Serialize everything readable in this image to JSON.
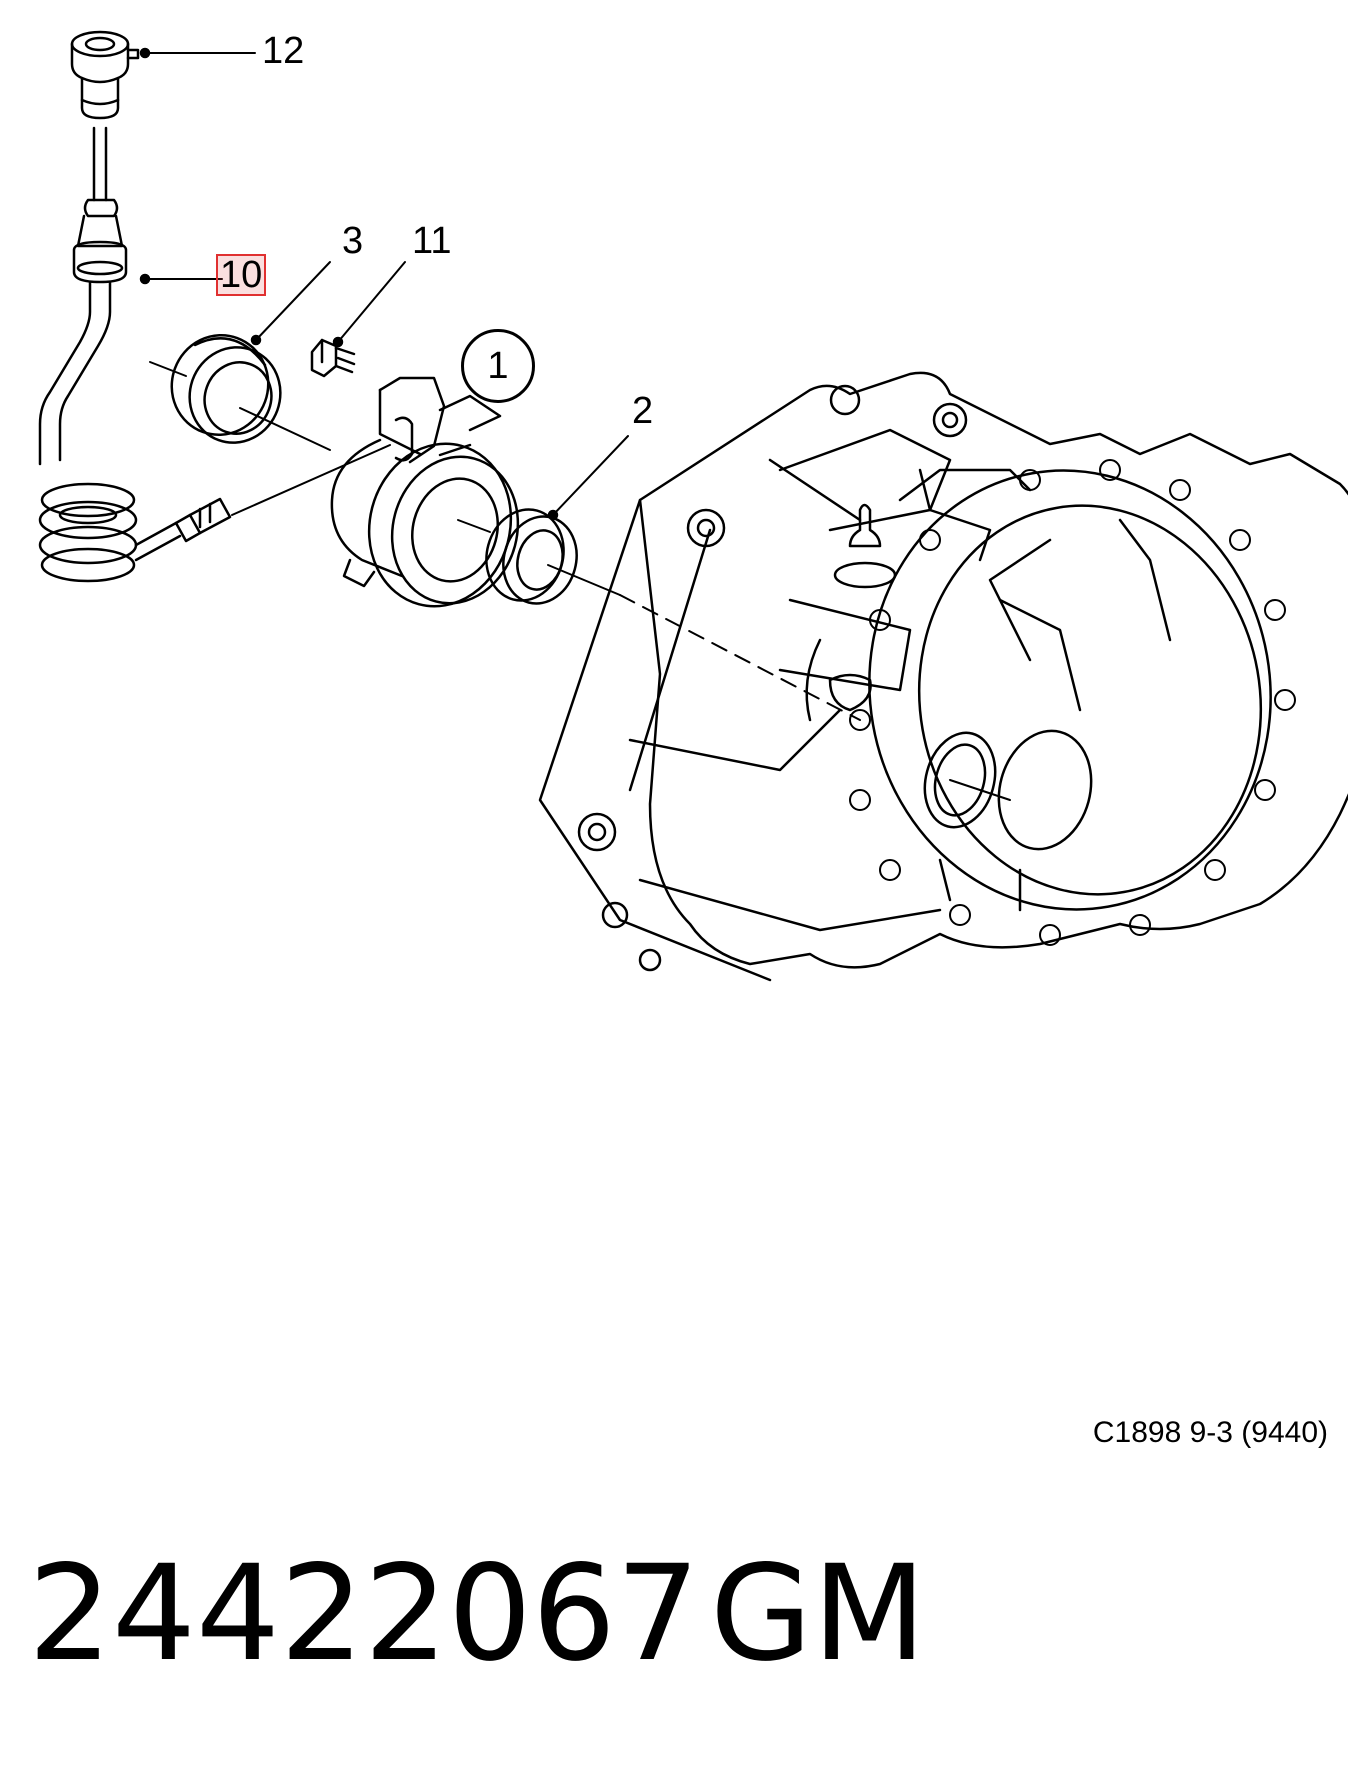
{
  "callouts": {
    "c12": "12",
    "c10": "10",
    "c3": "3",
    "c11": "11",
    "c1": "1",
    "c2": "2"
  },
  "reference": "C1898 9-3 (9440)",
  "part": {
    "number": "24422067",
    "brand": "GM"
  },
  "colors": {
    "line": "#000000",
    "highlight": "#e03030"
  }
}
